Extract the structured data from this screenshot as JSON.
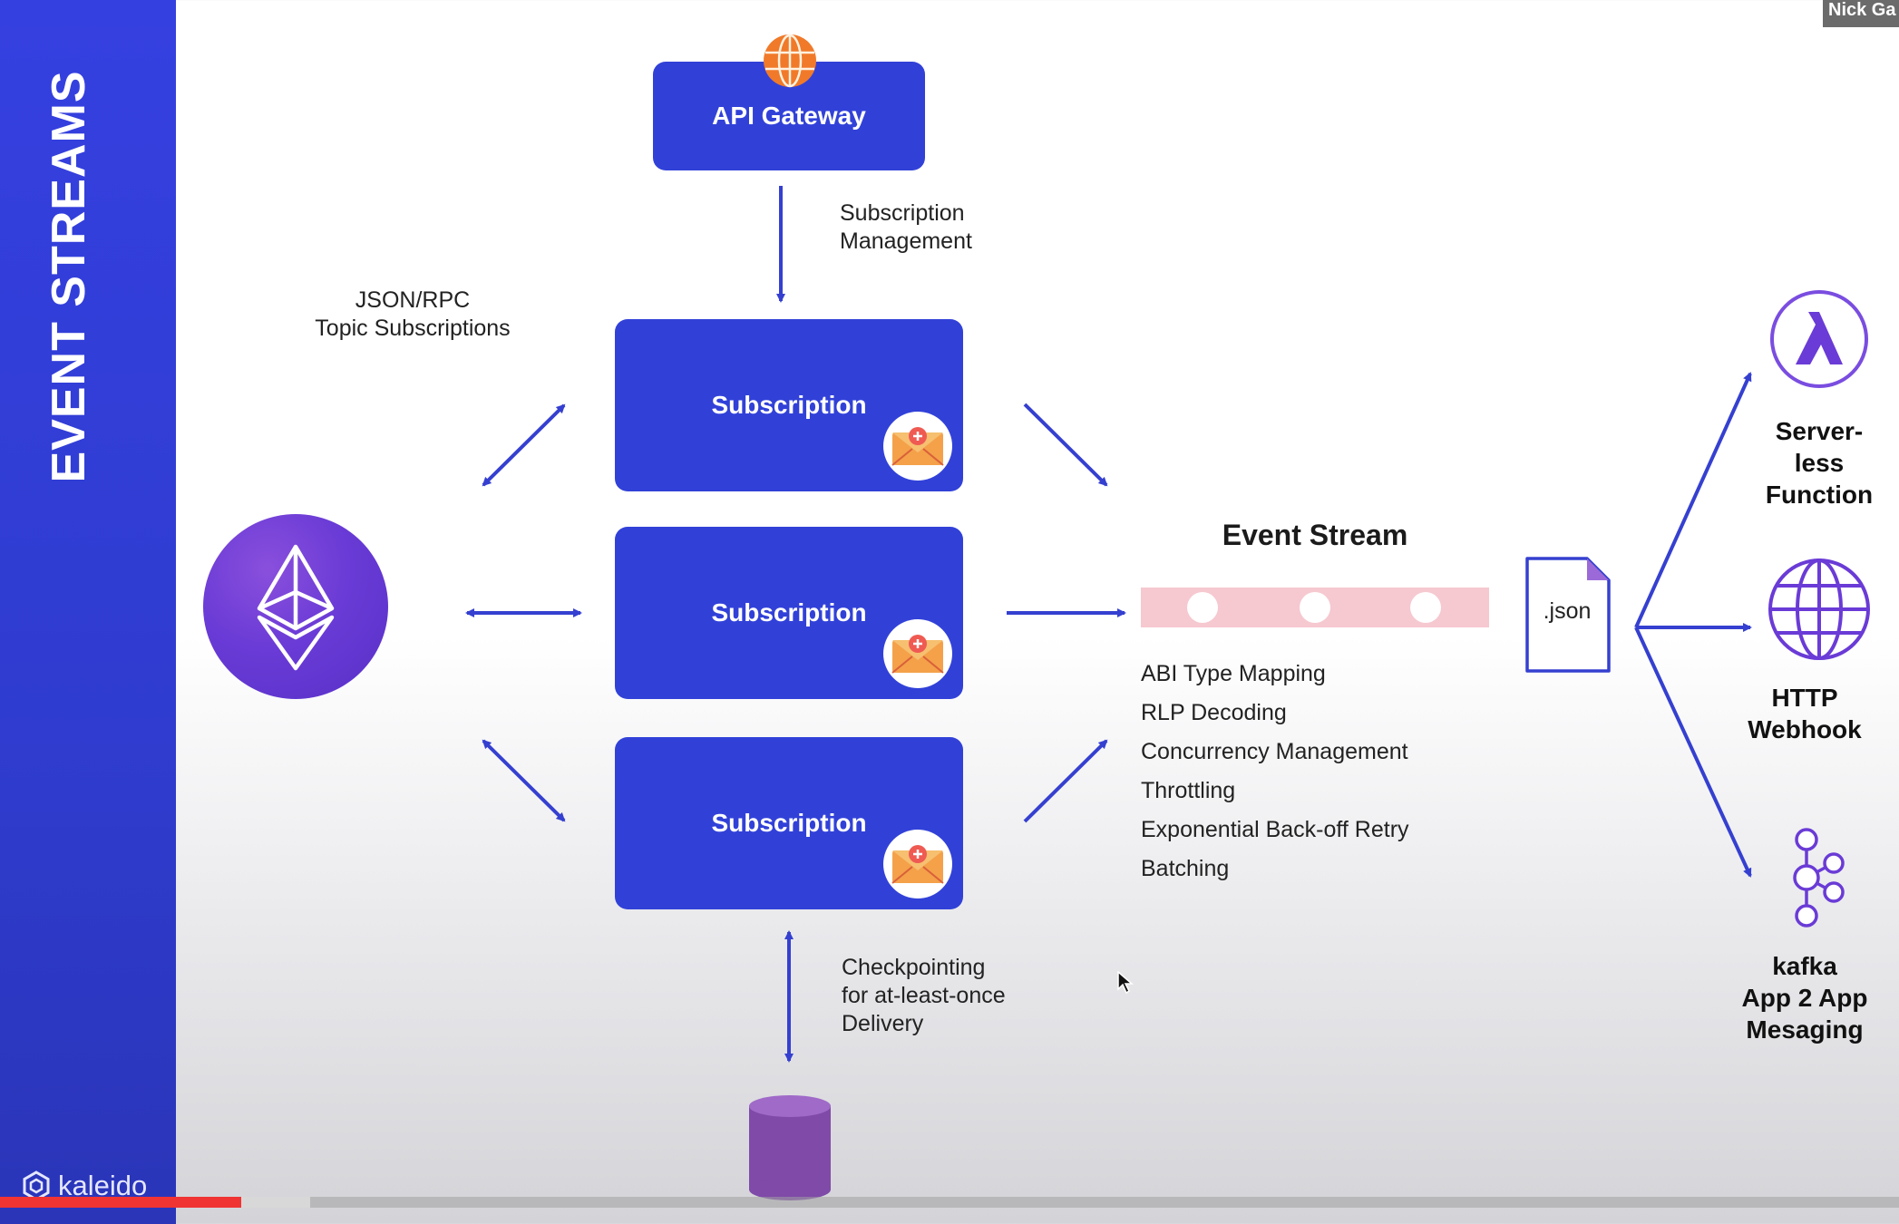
{
  "sidebar": {
    "title": "EVENT STREAMS",
    "brand": "kaleido"
  },
  "presenter": {
    "name": "Nick Ga"
  },
  "gateway": {
    "label": "API Gateway",
    "icon": "globe-icon"
  },
  "labels": {
    "subscription_management": [
      "Subscription",
      "Management"
    ],
    "json_rpc": [
      "JSON/RPC",
      "Topic Subscriptions"
    ],
    "checkpointing": [
      "Checkpointing",
      "for at-least-once",
      "Delivery"
    ]
  },
  "subscriptions": [
    {
      "label": "Subscription"
    },
    {
      "label": "Subscription"
    },
    {
      "label": "Subscription"
    }
  ],
  "event_stream": {
    "title": "Event Stream",
    "features": [
      "ABI Type Mapping",
      "RLP Decoding",
      "Concurrency Management",
      "Throttling",
      "Exponential Back-off Retry",
      "Batching"
    ]
  },
  "json_file": {
    "label": ".json"
  },
  "targets": [
    {
      "lines": [
        "Server-",
        "less",
        "Function"
      ],
      "icon": "lambda-icon"
    },
    {
      "lines": [
        "HTTP",
        "Webhook"
      ],
      "icon": "globe-icon"
    },
    {
      "lines": [
        "kafka",
        "App 2 App",
        "Mesaging"
      ],
      "icon": "kafka-icon"
    }
  ],
  "colors": {
    "sidebar": "#3540e0",
    "box": "#3141d8",
    "arrow": "#3540d0",
    "stream": "#f6c8d0",
    "ethereum": "#6a3bd6",
    "database": "#7f4aa8",
    "progress": "#f03434"
  },
  "video": {
    "progress_fraction": 0.127
  }
}
